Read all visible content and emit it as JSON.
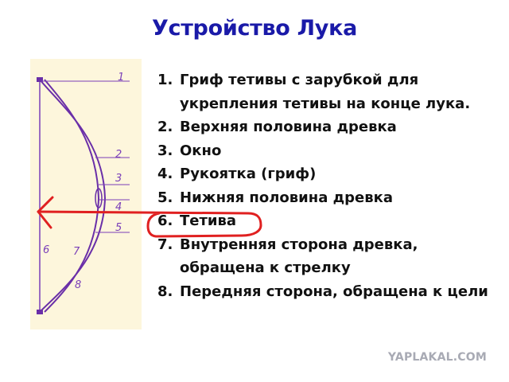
{
  "title": "Устройство Лука",
  "diagram": {
    "callouts": [
      "1",
      "2",
      "3",
      "4",
      "5",
      "6",
      "7",
      "8"
    ],
    "background_color": "#fdf6dc",
    "bow_color": "#6a2fa8",
    "highlight_color": "#e02020"
  },
  "parts": [
    {
      "num": "1.",
      "text": "Гриф тетивы с зарубкой для укрепления тетивы на конце лука."
    },
    {
      "num": "2.",
      "text": "Верхняя половина древка"
    },
    {
      "num": "3.",
      "text": "Окно"
    },
    {
      "num": "4.",
      "text": "Рукоятка (гриф)"
    },
    {
      "num": "5.",
      "text": "Нижняя половина древка"
    },
    {
      "num": "6.",
      "text": "Тетива"
    },
    {
      "num": "7.",
      "text": "Внутренняя сторона древка, обращена к стрелку"
    },
    {
      "num": "8.",
      "text": "Передняя сторона, обращена к цели"
    }
  ],
  "watermark": "YAPLAKAL.COM"
}
